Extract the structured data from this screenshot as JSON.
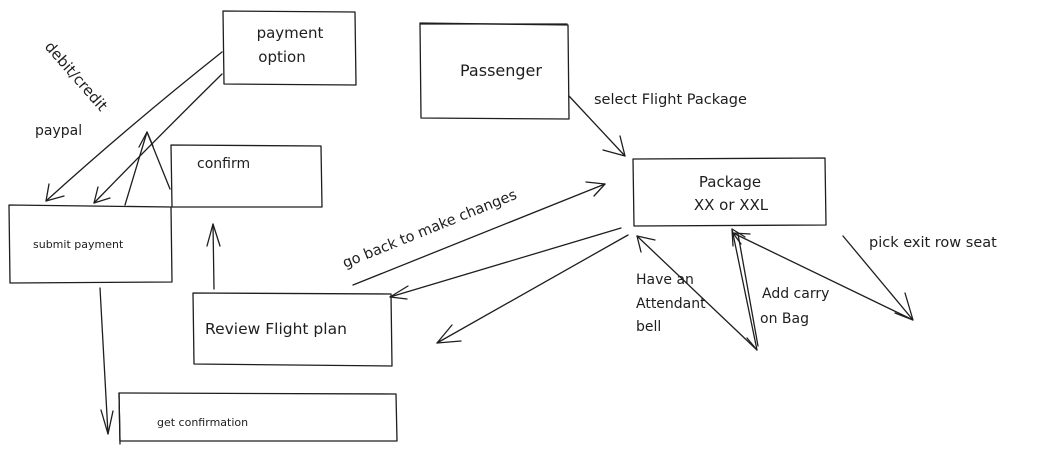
{
  "diagram": {
    "stroke_color": "#1e1e1e",
    "background_color": "#ffffff",
    "boxes": {
      "payment_option": [
        "payment",
        "option"
      ],
      "passenger": "Passenger",
      "confirm": "confirm",
      "package": [
        "Package",
        "XX or XXL"
      ],
      "submit_payment": "submit payment",
      "review_flight_plan": "Review Flight plan",
      "get_confirmation": "get confirmation"
    },
    "labels": {
      "debit_credit": "debit/credit",
      "paypal": "paypal",
      "select_flight_package": "select Flight Package",
      "go_back": "go back to make changes",
      "attendant_bell": [
        "Have an",
        "Attendant",
        "bell"
      ],
      "carry_on": [
        "Add carry",
        "on Bag"
      ],
      "exit_row": "pick exit row seat"
    }
  }
}
